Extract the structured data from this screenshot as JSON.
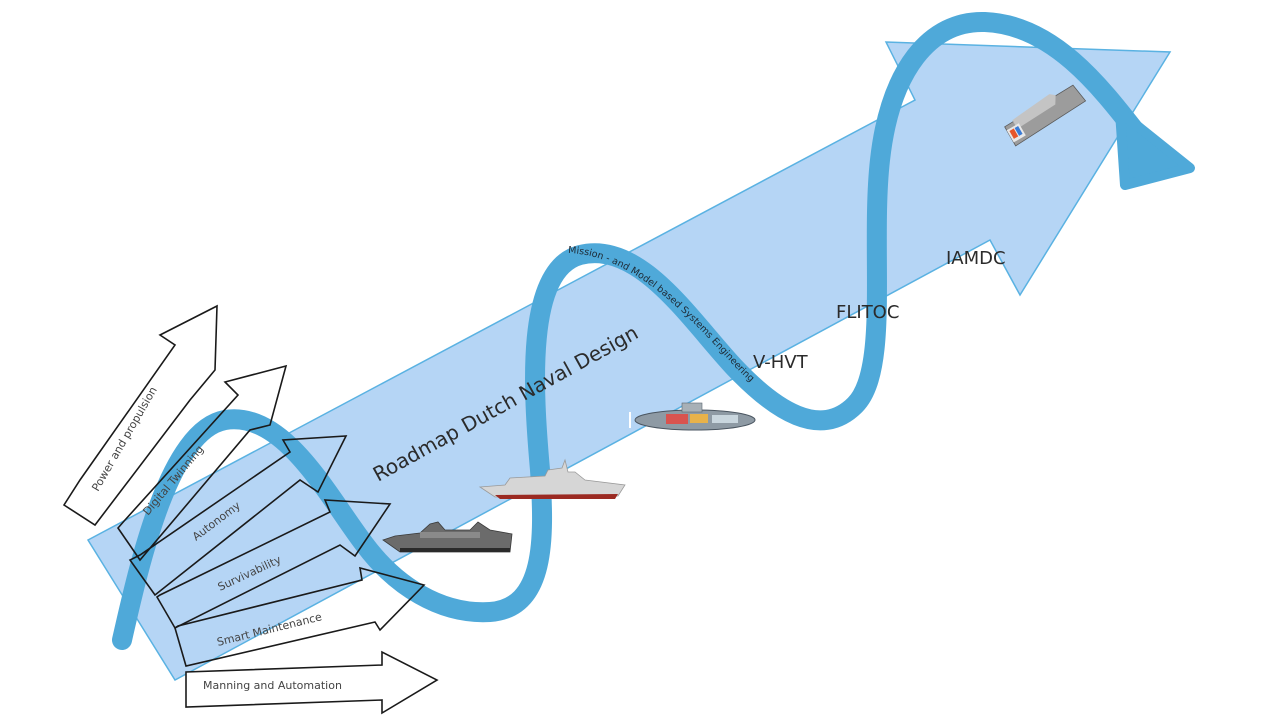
{
  "title": "Roadmap Dutch Naval Design",
  "wave_label": "Mission - and Model based Systems Engineering",
  "milestones": [
    {
      "label": "V-HVT"
    },
    {
      "label": "FLITOC"
    },
    {
      "label": "IAMDC"
    }
  ],
  "themes": [
    {
      "label": "Power and propulsion"
    },
    {
      "label": "Digital Twinning"
    },
    {
      "label": "Autonomy"
    },
    {
      "label": "Survivability"
    },
    {
      "label": "Smart Maintenance"
    },
    {
      "label": "Manning and Automation"
    }
  ],
  "ships": [
    {
      "name": "support-vessel"
    },
    {
      "name": "frigate"
    },
    {
      "name": "submarine"
    },
    {
      "name": "future-surface-combatant"
    }
  ],
  "colors": {
    "main_arrow_fill": "#b5d5f5",
    "main_arrow_stroke": "#5ab2e2",
    "wave": "#4fa9d9",
    "theme_arrow_stroke": "#1a1a1a"
  }
}
